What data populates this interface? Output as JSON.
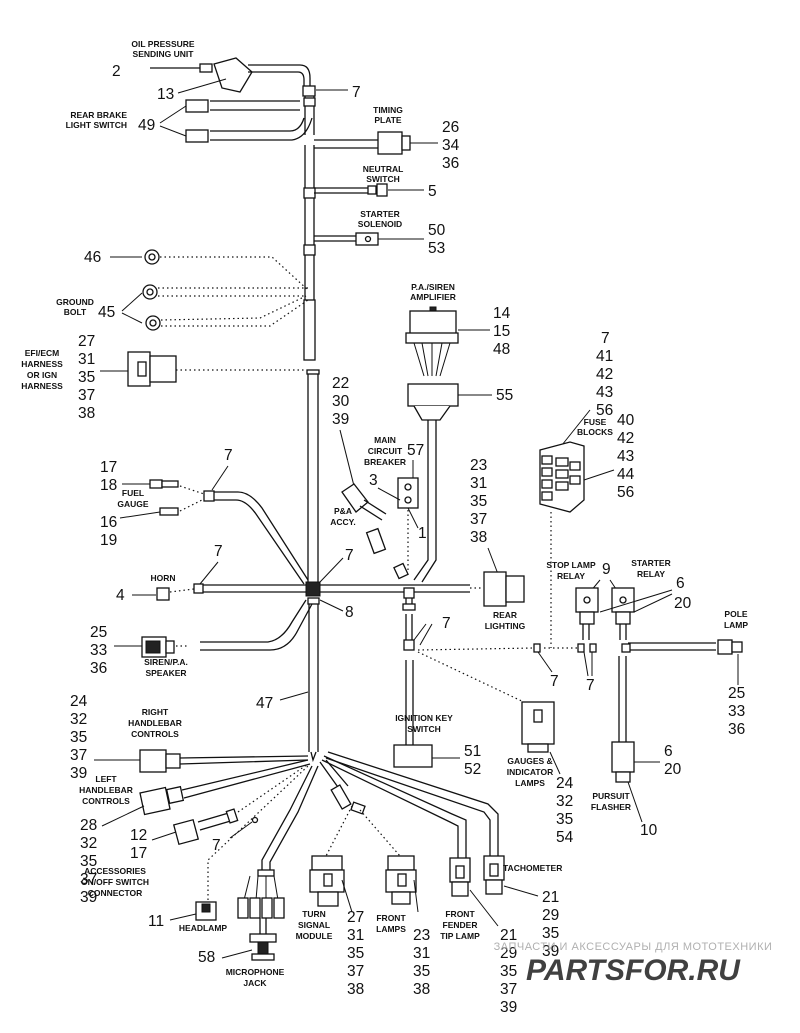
{
  "labels": {
    "oil_pressure": [
      "OIL PRESSURE",
      "SENDING UNIT"
    ],
    "rear_brake": [
      "REAR BRAKE",
      "LIGHT SWITCH"
    ],
    "timing_plate": [
      "TIMING",
      "PLATE"
    ],
    "neutral_switch": [
      "NEUTRAL",
      "SWITCH"
    ],
    "starter_solenoid": [
      "STARTER",
      "SOLENOID"
    ],
    "ground_bolt": [
      "GROUND",
      "BOLT"
    ],
    "pa_siren_amp": [
      "P.A./SIREN",
      "AMPLIFIER"
    ],
    "efi_harness": [
      "EFI/ECM",
      "HARNESS",
      "OR IGN",
      "HARNESS"
    ],
    "fuse_blocks": [
      "FUSE",
      "BLOCKS"
    ],
    "main_breaker": [
      "MAIN",
      "CIRCUIT",
      "BREAKER"
    ],
    "pa_accy": [
      "P&A",
      "ACCY."
    ],
    "fuel_gauge": [
      "FUEL",
      "GAUGE"
    ],
    "horn": "HORN",
    "stop_lamp_relay": [
      "STOP LAMP",
      "RELAY"
    ],
    "starter_relay": [
      "STARTER",
      "RELAY"
    ],
    "rear_lighting": [
      "REAR",
      "LIGHTING"
    ],
    "pole_lamp": [
      "POLE",
      "LAMP"
    ],
    "siren_speaker": [
      "SIREN/P.A.",
      "SPEAKER"
    ],
    "right_handlebar": [
      "RIGHT",
      "HANDLEBAR",
      "CONTROLS"
    ],
    "left_handlebar": [
      "LEFT",
      "HANDLEBAR",
      "CONTROLS"
    ],
    "ignition_key": [
      "IGNITION KEY",
      "SWITCH"
    ],
    "gauges_lamps": [
      "GAUGES &",
      "INDICATOR",
      "LAMPS"
    ],
    "pursuit_flasher": [
      "PURSUIT",
      "FLASHER"
    ],
    "accessories_switch": [
      "ACCESSORIES",
      "ON/OFF SWITCH",
      "CONNECTOR"
    ],
    "headlamp": "HEADLAMP",
    "turn_signal_module": [
      "TURN",
      "SIGNAL",
      "MODULE"
    ],
    "front_lamps": [
      "FRONT",
      "LAMPS"
    ],
    "front_fender_tip": [
      "FRONT",
      "FENDER",
      "TIP LAMP"
    ],
    "tachometer": "TACHOMETER",
    "microphone_jack": [
      "MICROPHONE",
      "JACK"
    ]
  },
  "callouts": {
    "c2": "2",
    "c13": "13",
    "c7_oil": "7",
    "c49": "49",
    "c_timing": [
      "26",
      "34",
      "36"
    ],
    "c5": "5",
    "c_solenoid": [
      "50",
      "53"
    ],
    "c46": "46",
    "c45": "45",
    "c_efi": [
      "27",
      "31",
      "35",
      "37",
      "38"
    ],
    "c_amp": [
      "14",
      "15",
      "48"
    ],
    "c55": "55",
    "c_pa_accy": [
      "22",
      "30",
      "39"
    ],
    "c57": "57",
    "c3": "3",
    "c1": "1",
    "c_fuse_top": [
      "7",
      "41",
      "42",
      "43",
      "56"
    ],
    "c_fuse": [
      "40",
      "42",
      "43",
      "44",
      "56"
    ],
    "c_fuel_top": [
      "17",
      "18"
    ],
    "c_fuel_bot": [
      "16",
      "19"
    ],
    "c7_fuel": "7",
    "c_rear": [
      "23",
      "31",
      "35",
      "37",
      "38"
    ],
    "c7_horn": "7",
    "c4": "4",
    "c7_center": "7",
    "c8": "8",
    "c9": "9",
    "c_relay": [
      "6",
      "20"
    ],
    "c_speaker": [
      "25",
      "33",
      "36"
    ],
    "c7_key": "7",
    "c7_right_a": "7",
    "c7_right_b": "7",
    "c_pole": [
      "25",
      "33",
      "36"
    ],
    "c47": "47",
    "c_right_hb": [
      "24",
      "32",
      "35",
      "37",
      "39"
    ],
    "c_ignition": [
      "51",
      "52"
    ],
    "c_gauges": [
      "24",
      "32",
      "35",
      "54"
    ],
    "c_flasher": [
      "6",
      "20"
    ],
    "c10": "10",
    "c_left_hb": [
      "28",
      "32",
      "35",
      "37",
      "39"
    ],
    "c_acc": [
      "12",
      "17"
    ],
    "c7_acc": "7",
    "c11": "11",
    "c58": "58",
    "c_turn": [
      "27",
      "31",
      "35",
      "37",
      "38"
    ],
    "c_front": [
      "23",
      "31",
      "35",
      "38"
    ],
    "c_fender": [
      "21",
      "29",
      "35",
      "37",
      "39"
    ],
    "c_tach": [
      "21",
      "29",
      "35",
      "39"
    ]
  },
  "watermark": {
    "text": "ЗАПЧАСТИ И АКСЕССУАРЫ ДЛЯ МОТОТЕХНИКИ",
    "logo": "PARTSFOR.RU",
    "logo_color": "#e8737a"
  }
}
